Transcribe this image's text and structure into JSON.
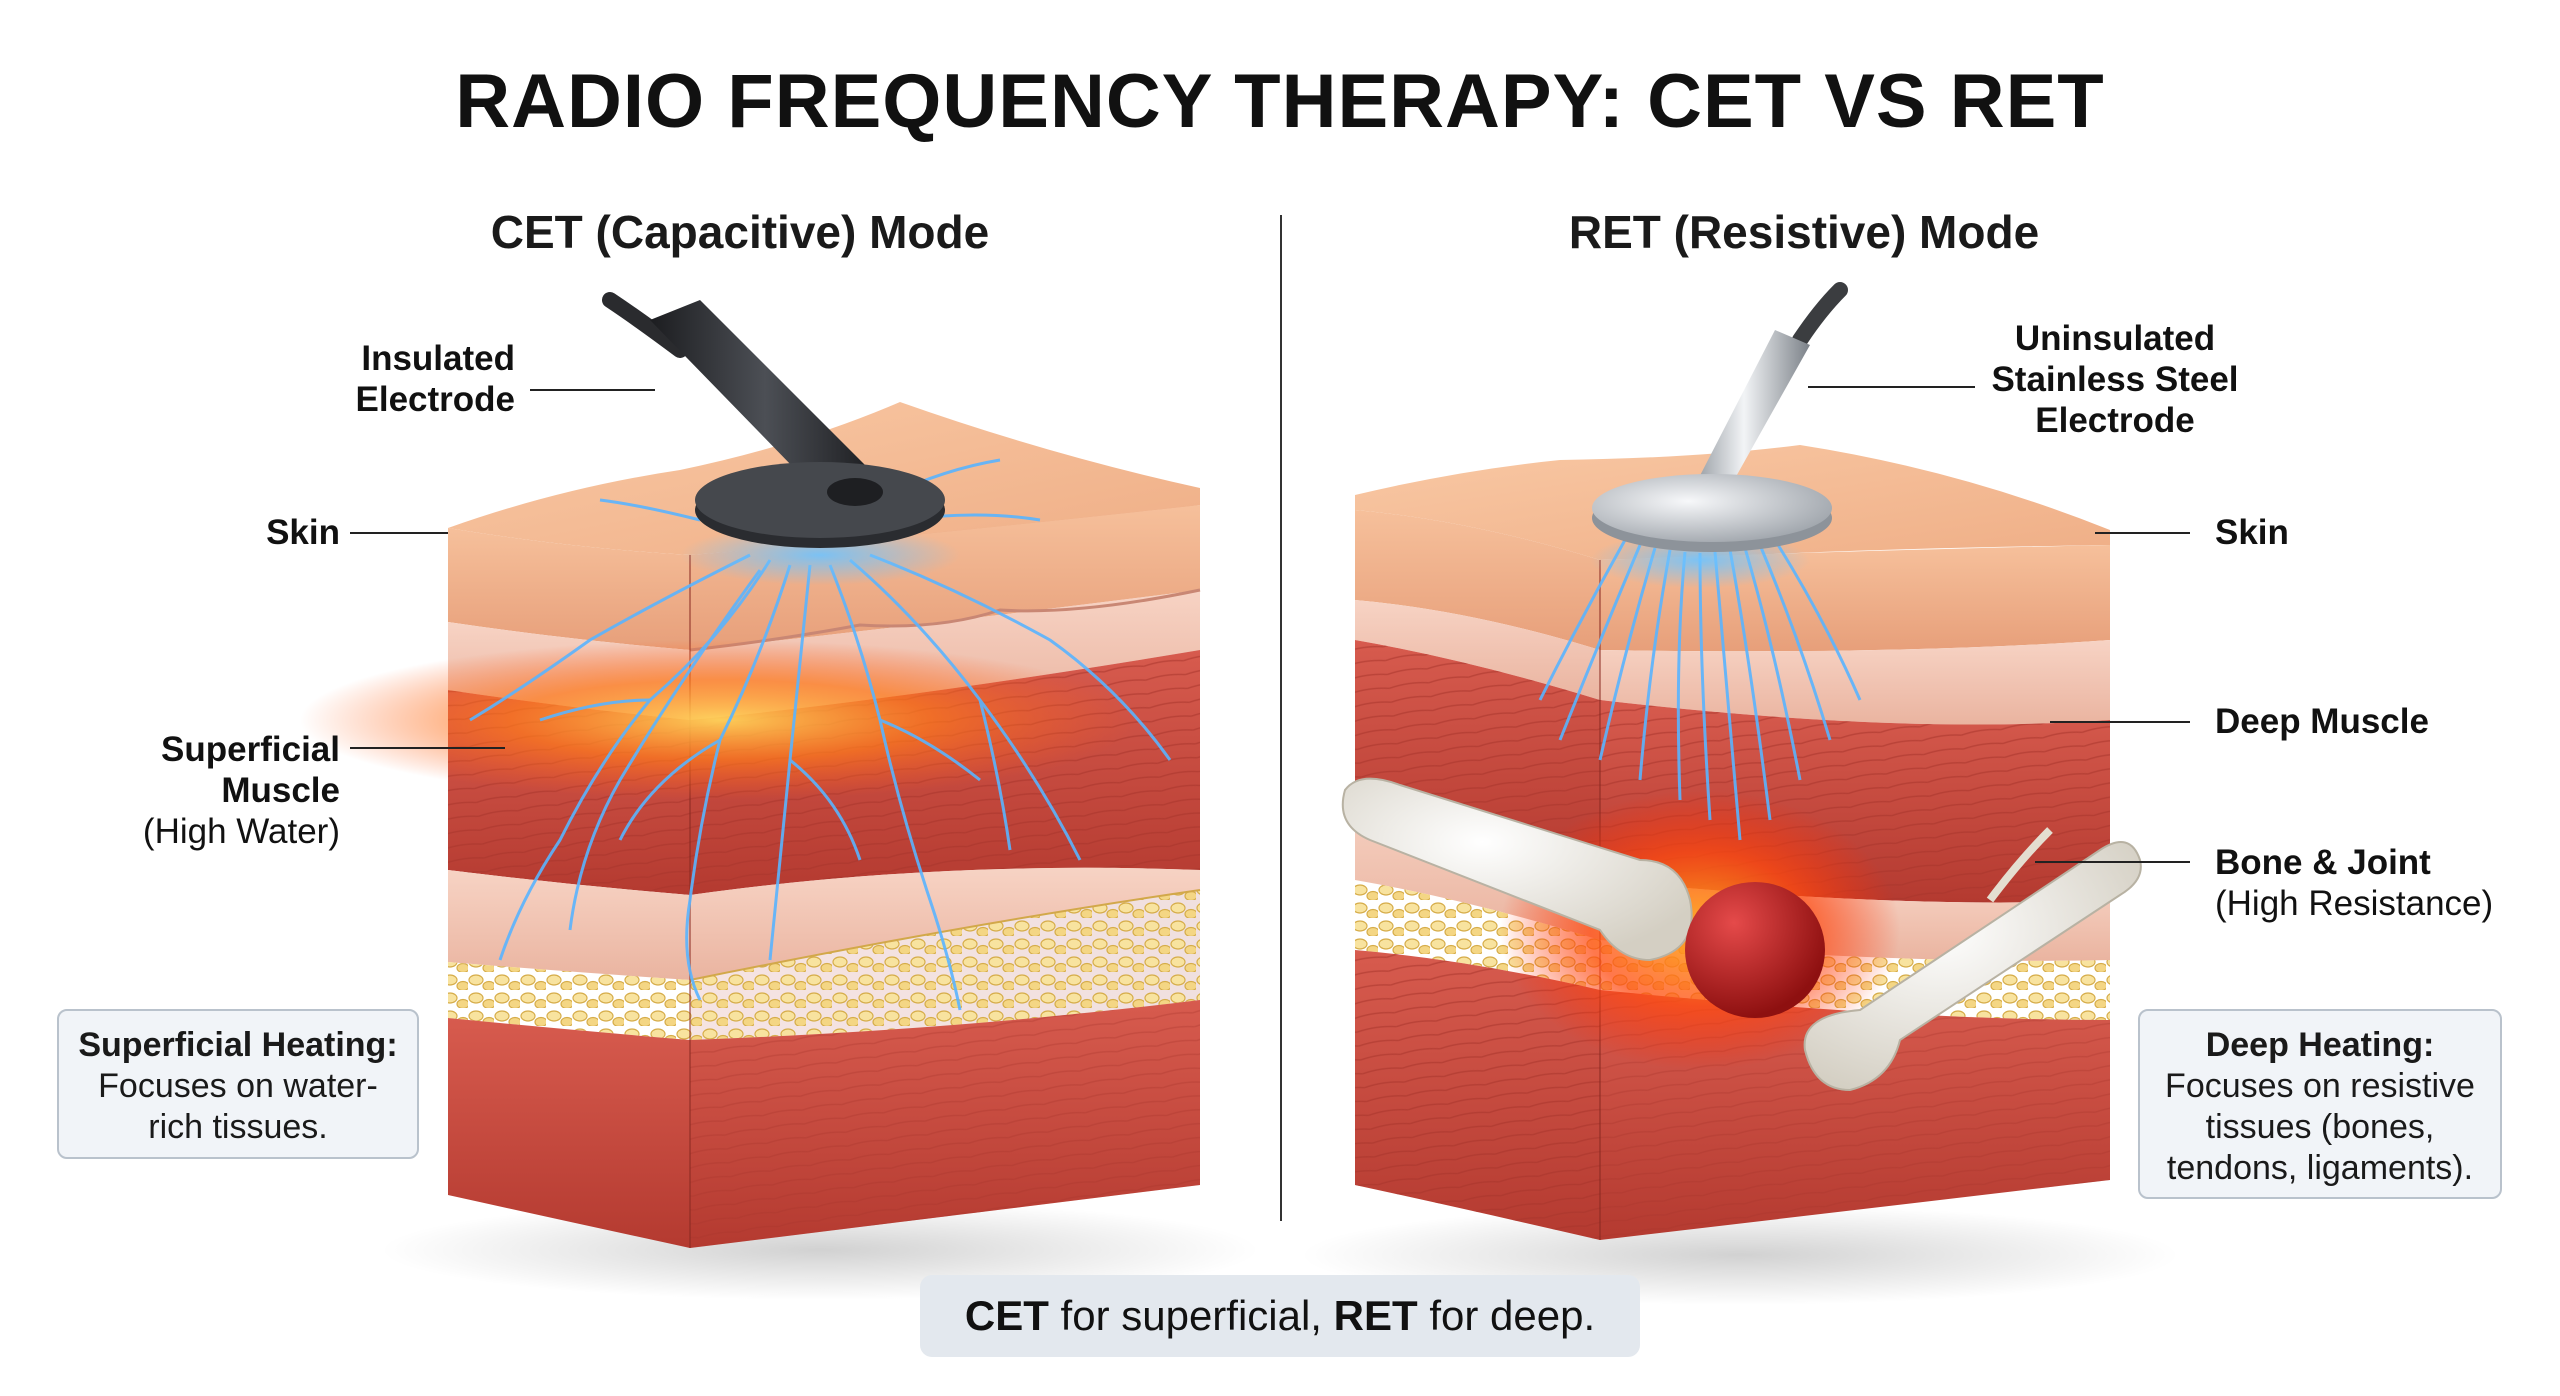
{
  "title": "RADIO FREQUENCY THERAPY: CET VS RET",
  "cet": {
    "heading": "CET (Capacitive) Mode",
    "electrode_label": "Insulated\nElectrode",
    "skin_label": "Skin",
    "muscle_label": "Superficial\nMuscle",
    "muscle_sub": "(High Water)",
    "note_title": "Superficial Heating:",
    "note_body": "Focuses on water-rich tissues."
  },
  "ret": {
    "heading": "RET (Resistive) Mode",
    "electrode_label": "Uninsulated\nStainless Steel\nElectrode",
    "skin_label": "Skin",
    "muscle_label": "Deep Muscle",
    "bone_label": "Bone & Joint",
    "bone_sub": "(High Resistance)",
    "note_title": "Deep Heating:",
    "note_body": "Focuses on resistive tissues (bones, tendons, ligaments)."
  },
  "footer": {
    "cet_term": "CET",
    "cet_text": " for superficial, ",
    "ret_term": "RET",
    "ret_text": " for deep."
  },
  "colors": {
    "skin": "#f2b48f",
    "dermis": "#f5c7b4",
    "muscle": "#c9443a",
    "fat": "#f0d27a",
    "energy": "#4aa3ff",
    "heat": "#ff8a1e",
    "bone": "#ece9e1",
    "joint": "#b81d1d"
  }
}
